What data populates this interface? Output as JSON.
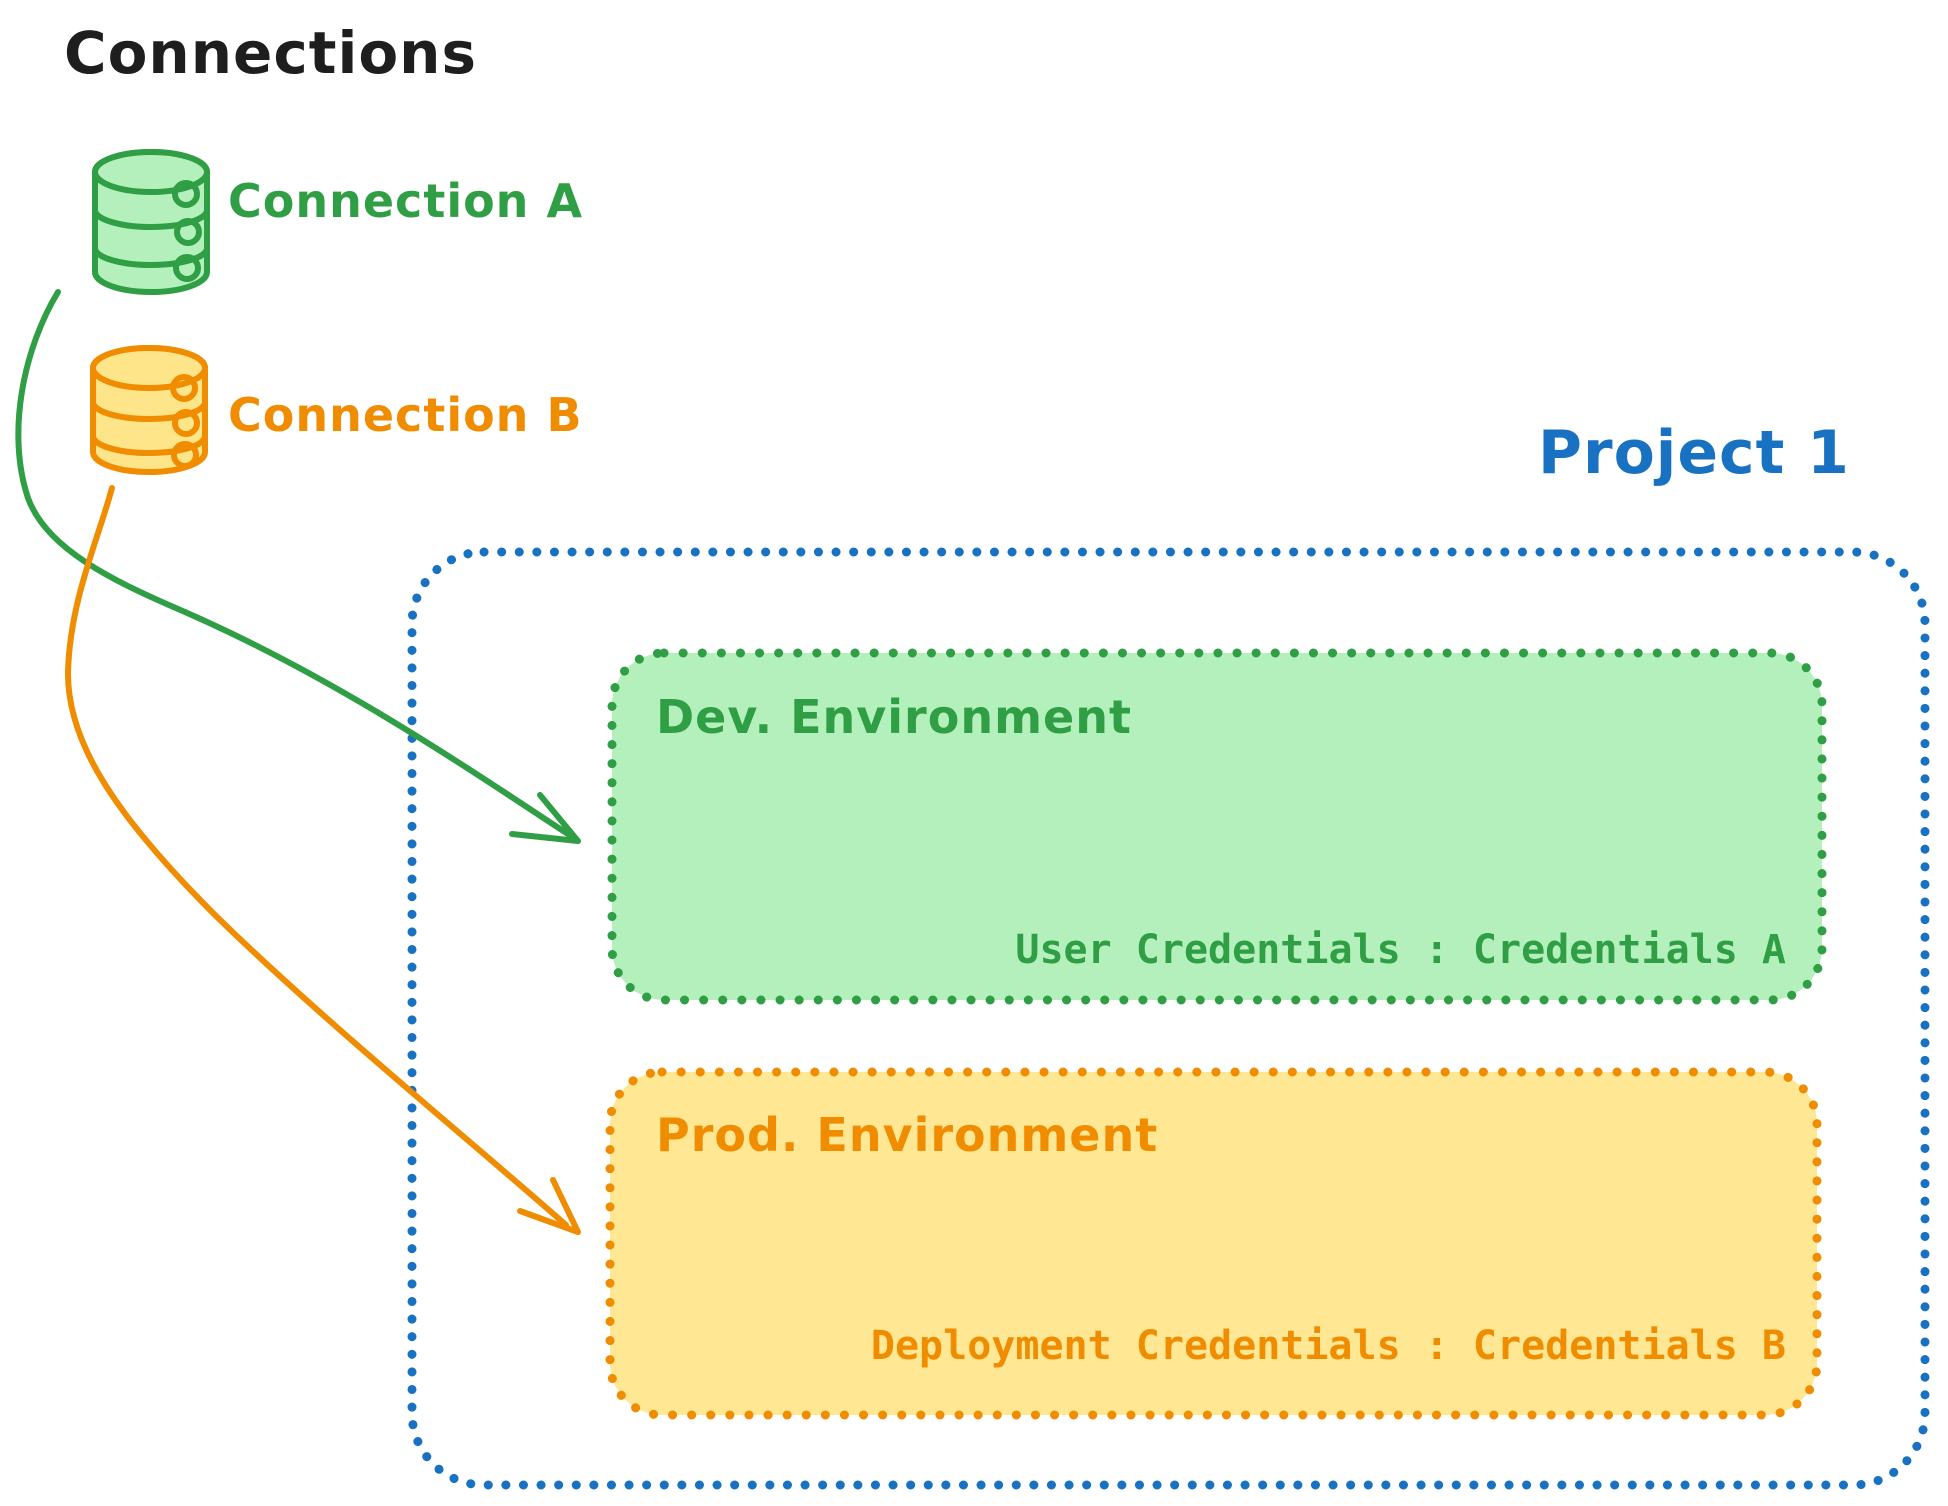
{
  "diagram": {
    "title": "Connections",
    "connections": [
      {
        "id": "a",
        "label": "Connection A",
        "icon": "database-icon",
        "color": "#2f9e44",
        "fill": "#b4f0bc"
      },
      {
        "id": "b",
        "label": "Connection B",
        "icon": "database-icon",
        "color": "#f08c00",
        "fill": "#ffe58a"
      }
    ],
    "project": {
      "title": "Project 1",
      "border_color": "#1971c2",
      "environments": [
        {
          "name": "Dev. Environment",
          "credentials_line": "User Credentials : Credentials A",
          "color": "#2f9e44",
          "fill": "#b4f0bc"
        },
        {
          "name": "Prod. Environment",
          "credentials_line": "Deployment Credentials : Credentials B",
          "color": "#f08c00",
          "fill": "#ffe794"
        }
      ]
    },
    "arrows": [
      {
        "from": "Connection A",
        "to": "Dev. Environment",
        "color": "#2f9e44"
      },
      {
        "from": "Connection B",
        "to": "Prod. Environment",
        "color": "#f08c00"
      }
    ]
  }
}
